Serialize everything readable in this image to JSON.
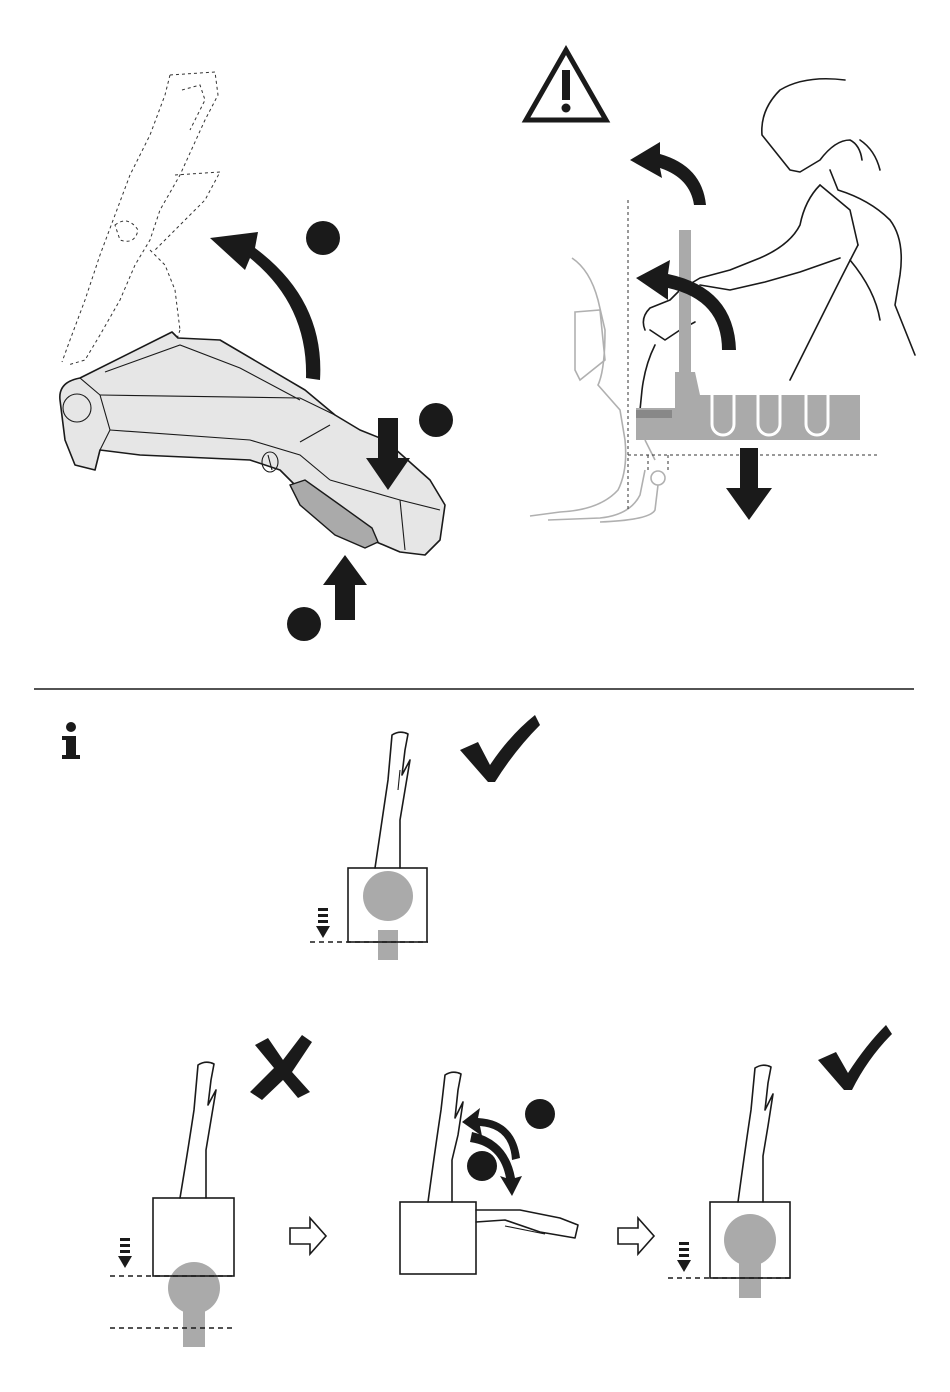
{
  "figure": {
    "panels": [
      {
        "id": "handle-release",
        "step_markers": 3
      },
      {
        "id": "lift-carrier-warning",
        "warning_icon": "warning-triangle-icon"
      },
      {
        "id": "info-correct-lock",
        "info_icon": "info-icon",
        "result": "check-icon"
      },
      {
        "id": "wrong-lock-sequence",
        "result_first": "cross-icon",
        "result_last": "check-icon"
      }
    ],
    "colors": {
      "ink": "#1a1a1a",
      "part_gray": "#aaaaaa",
      "body_fill": "#e6e6e6"
    }
  }
}
